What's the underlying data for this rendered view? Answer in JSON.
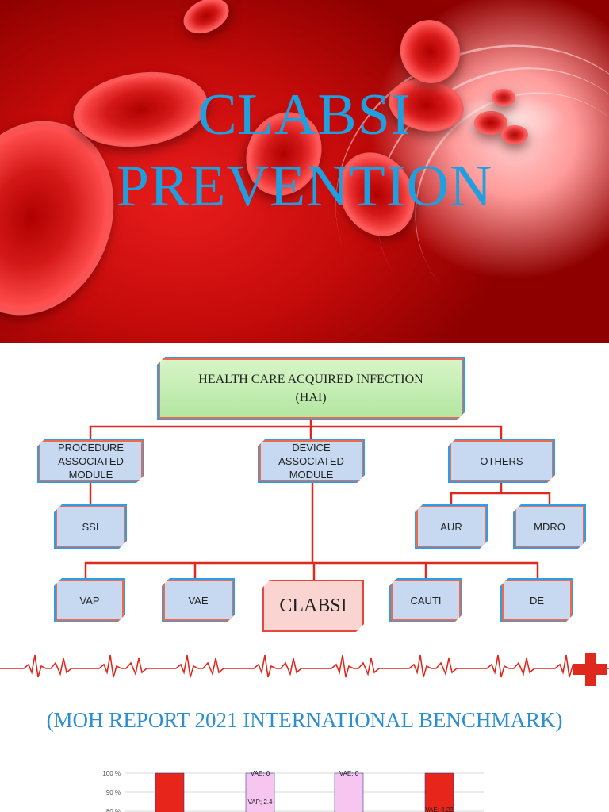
{
  "hero": {
    "title_line1": "CLABSI",
    "title_line2": "PREVENTION"
  },
  "diagram": {
    "root": {
      "line1": "HEALTH CARE ACQUIRED INFECTION",
      "line2": "(HAI)"
    },
    "modules": [
      {
        "line1": "PROCEDURE",
        "line2": "ASSOCIATED",
        "line3": "MODULE"
      },
      {
        "line1": "DEVICE",
        "line2": "ASSOCIATED",
        "line3": "MODULE"
      },
      {
        "label": "OTHERS"
      }
    ],
    "procedure_children": [
      "SSI"
    ],
    "other_children": [
      "AUR",
      "MDRO"
    ],
    "device_children": [
      "VAP",
      "VAE",
      "CLABSI",
      "CAUTI",
      "DE"
    ]
  },
  "report": {
    "heading": "(MOH REPORT 2021 INTERNATIONAL BENCHMARK)"
  },
  "chart_data": {
    "type": "bar",
    "yticks": [
      "100 %",
      "90 %",
      "80 %"
    ],
    "ylim": [
      0,
      100
    ],
    "data_labels": [
      "VAE; 0",
      "VAP; 2.4",
      "VAE; 0",
      "VAE; 3.22"
    ],
    "colors": {
      "bar_red": "#e8251b",
      "bar_pink": "#f6c6f0",
      "grid": "#d9d9d9"
    }
  },
  "colors": {
    "title_blue": "#1ea0e0",
    "connector_red": "#e0291d",
    "node_fill": "#c6d9f1",
    "node_border": "#2e9ee8",
    "root_fill": "#c6efb4",
    "focus_fill": "#f9d4d0"
  }
}
